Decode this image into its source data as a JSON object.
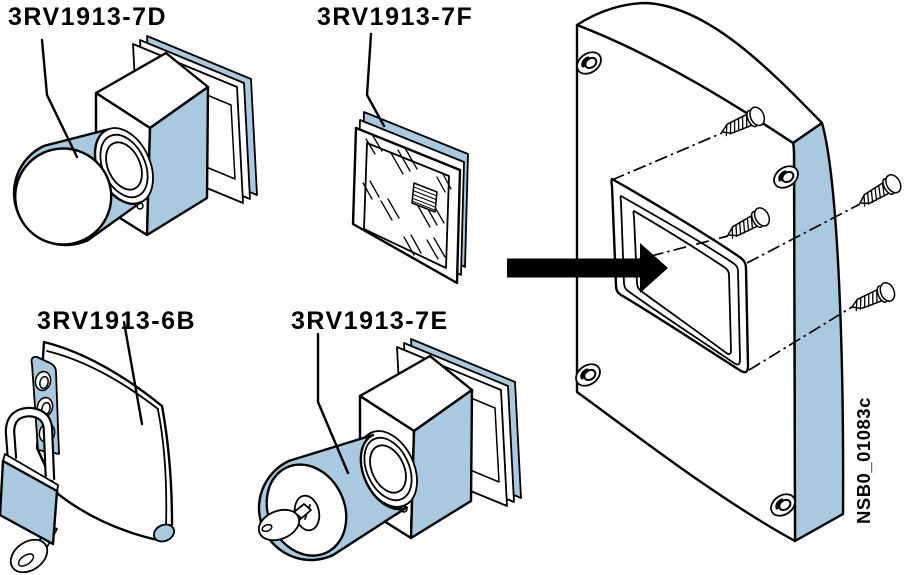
{
  "figure": {
    "parts": [
      {
        "code": "3RV1913-7D"
      },
      {
        "code": "3RV1913-7F"
      },
      {
        "code": "3RV1913-6B"
      },
      {
        "code": "3RV1913-7E"
      }
    ],
    "figure_id": "NSB0_01083c",
    "colors": {
      "accent_blue": "#a9c9e0",
      "line_black": "#000000",
      "background_white": "#ffffff"
    }
  }
}
